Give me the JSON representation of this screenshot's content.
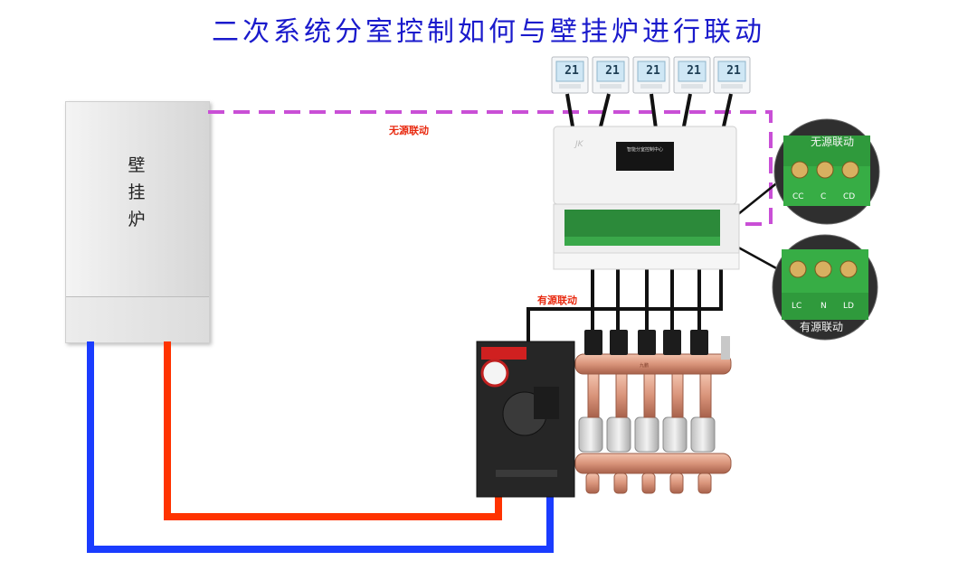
{
  "title": "二次系统分室控制如何与壁挂炉进行联动",
  "boiler": {
    "label_lines": [
      "壁",
      "挂",
      "炉"
    ]
  },
  "links": {
    "passive_label": "无源联动",
    "active_label": "有源联动"
  },
  "thermostats": [
    {
      "display": "21"
    },
    {
      "display": "21"
    },
    {
      "display": "21"
    },
    {
      "display": "21"
    },
    {
      "display": "21"
    }
  ],
  "controller": {
    "screen_text": "智能分室控制中心",
    "brand": "JK"
  },
  "zoom_passive": {
    "title": "无源联动",
    "terminals": [
      "CC",
      "C",
      "CD"
    ]
  },
  "zoom_active": {
    "title": "有源联动",
    "terminals": [
      "LC",
      "N",
      "LD"
    ]
  },
  "manifold": {
    "brand_tag": "九鹏"
  },
  "colors": {
    "title": "#1a1acc",
    "passive_line": "#c94fd6",
    "hot_pipe": "#ff3300",
    "cold_pipe": "#1a3cff",
    "wire": "#111111",
    "link_label": "#e8290f",
    "terminal_green": "#2f9a3c",
    "copper": "#d9947a"
  }
}
